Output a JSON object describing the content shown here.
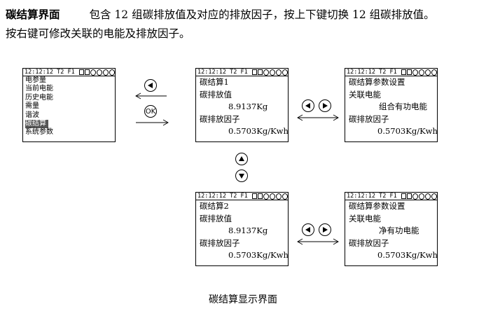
{
  "intro": {
    "title": "碳结算界面",
    "line1": "包含 12 组碳排放值及对应的排放因子，按上下键切换 12 组碳排放值。",
    "line2": "按右键可修改关联的电能及排放因子。"
  },
  "status": {
    "time": "12:12:12",
    "tariff": "T2",
    "flag": "F1"
  },
  "menu": {
    "items": [
      "电参量",
      "当前电能",
      "历史电能",
      "需量",
      "谐波",
      "碳结算",
      "系统参数"
    ],
    "selected": "碳结算"
  },
  "screen_calc1": {
    "title": "碳结算1",
    "emission_label": "碳排放值",
    "emission_value": "8.9137Kg",
    "factor_label": "碳排放因子",
    "factor_value": "0.5703Kg/Kwh"
  },
  "screen_calc2": {
    "title": "碳结算2",
    "emission_label": "碳排放值",
    "emission_value": "8.9137Kg",
    "factor_label": "碳排放因子",
    "factor_value": "0.5703Kg/Kwh"
  },
  "screen_settings1": {
    "title": "碳结算参数设置",
    "linked_label": "关联电能",
    "linked_value": "组合有功电能",
    "factor_label": "碳排放因子",
    "factor_value": "0.5703Kg/Kwh"
  },
  "screen_settings2": {
    "title": "碳结算参数设置",
    "linked_label": "关联电能",
    "linked_value": "净有功电能",
    "factor_label": "碳排放因子",
    "factor_value": "0.5703Kg/Kwh"
  },
  "buttons": {
    "ok_label": "OK"
  },
  "caption": "碳结算显示界面"
}
